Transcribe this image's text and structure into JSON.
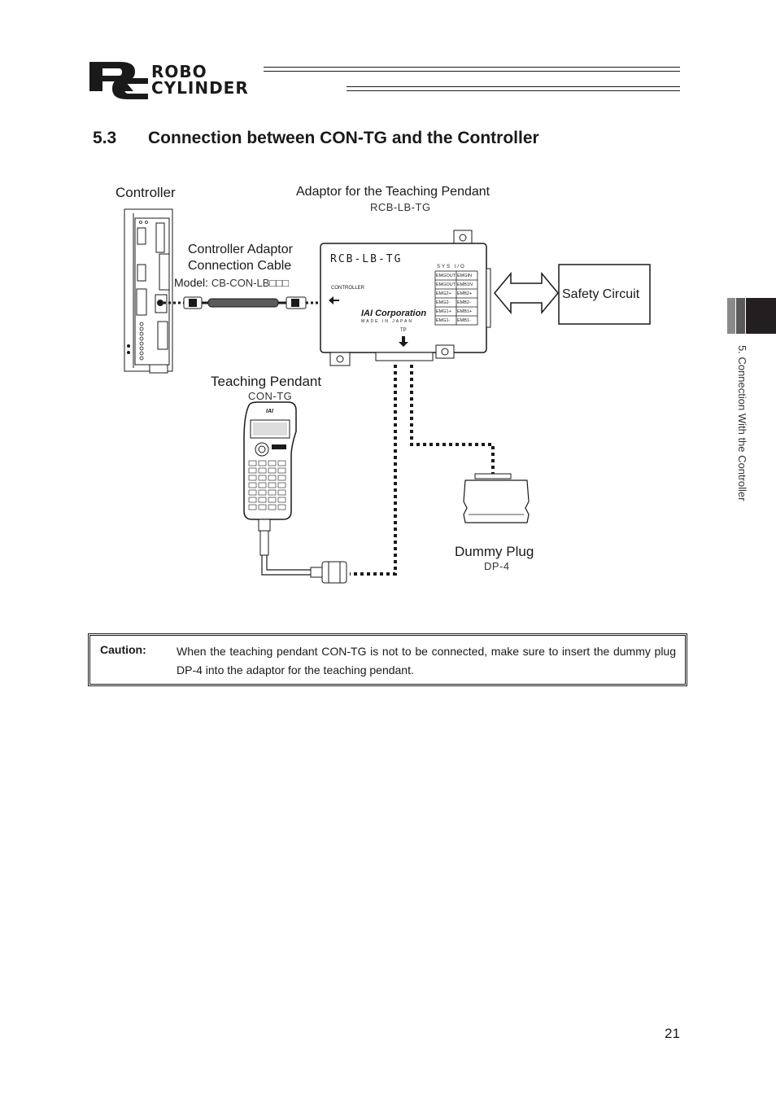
{
  "header": {
    "logo_top": "ROBO",
    "logo_bottom": "CYLINDER",
    "logo_letters": "RC"
  },
  "section": {
    "number": "5.3",
    "title": "Connection between CON-TG and the Controller"
  },
  "diagram": {
    "controller_label": "Controller",
    "adaptor_label": "Adaptor for the Teaching Pendant",
    "adaptor_model": "RCB-LB-TG",
    "cable_label_line1": "Controller Adaptor",
    "cable_label_line2": "Connection Cable",
    "cable_model_prefix": "Model:",
    "cable_model": "CB-CON-LB□□□",
    "safety_circuit_label": "Safety Circuit",
    "pendant_label": "Teaching Pendant",
    "pendant_model": "CON-TG",
    "dummy_plug_label": "Dummy Plug",
    "dummy_plug_model": "DP-4",
    "adaptor_box": {
      "name": "RCB-LB-TG",
      "brand": "IAI Corporation",
      "made_in": "MADE IN JAPAN",
      "port_controller": "CONTROLLER",
      "port_tp": "TP",
      "sys_io": "SYS I/O",
      "terminals": [
        "EMGOUT",
        "EMGOUT",
        "EMG2+",
        "EMG2-",
        "EMG1+",
        "EMG1-",
        "EMGIN",
        "EMB1N",
        "EMB2+",
        "EMB2-",
        "EMB1+",
        "EMB1-"
      ]
    },
    "pendant_brand": "IAI"
  },
  "caution": {
    "label": "Caution:",
    "text": "When the teaching pendant CON-TG is not to be connected, make sure to insert the dummy plug DP-4 into the adaptor for the teaching pendant."
  },
  "sidebar": {
    "chapter": "5. Connection With the Controller"
  },
  "page_number": "21"
}
